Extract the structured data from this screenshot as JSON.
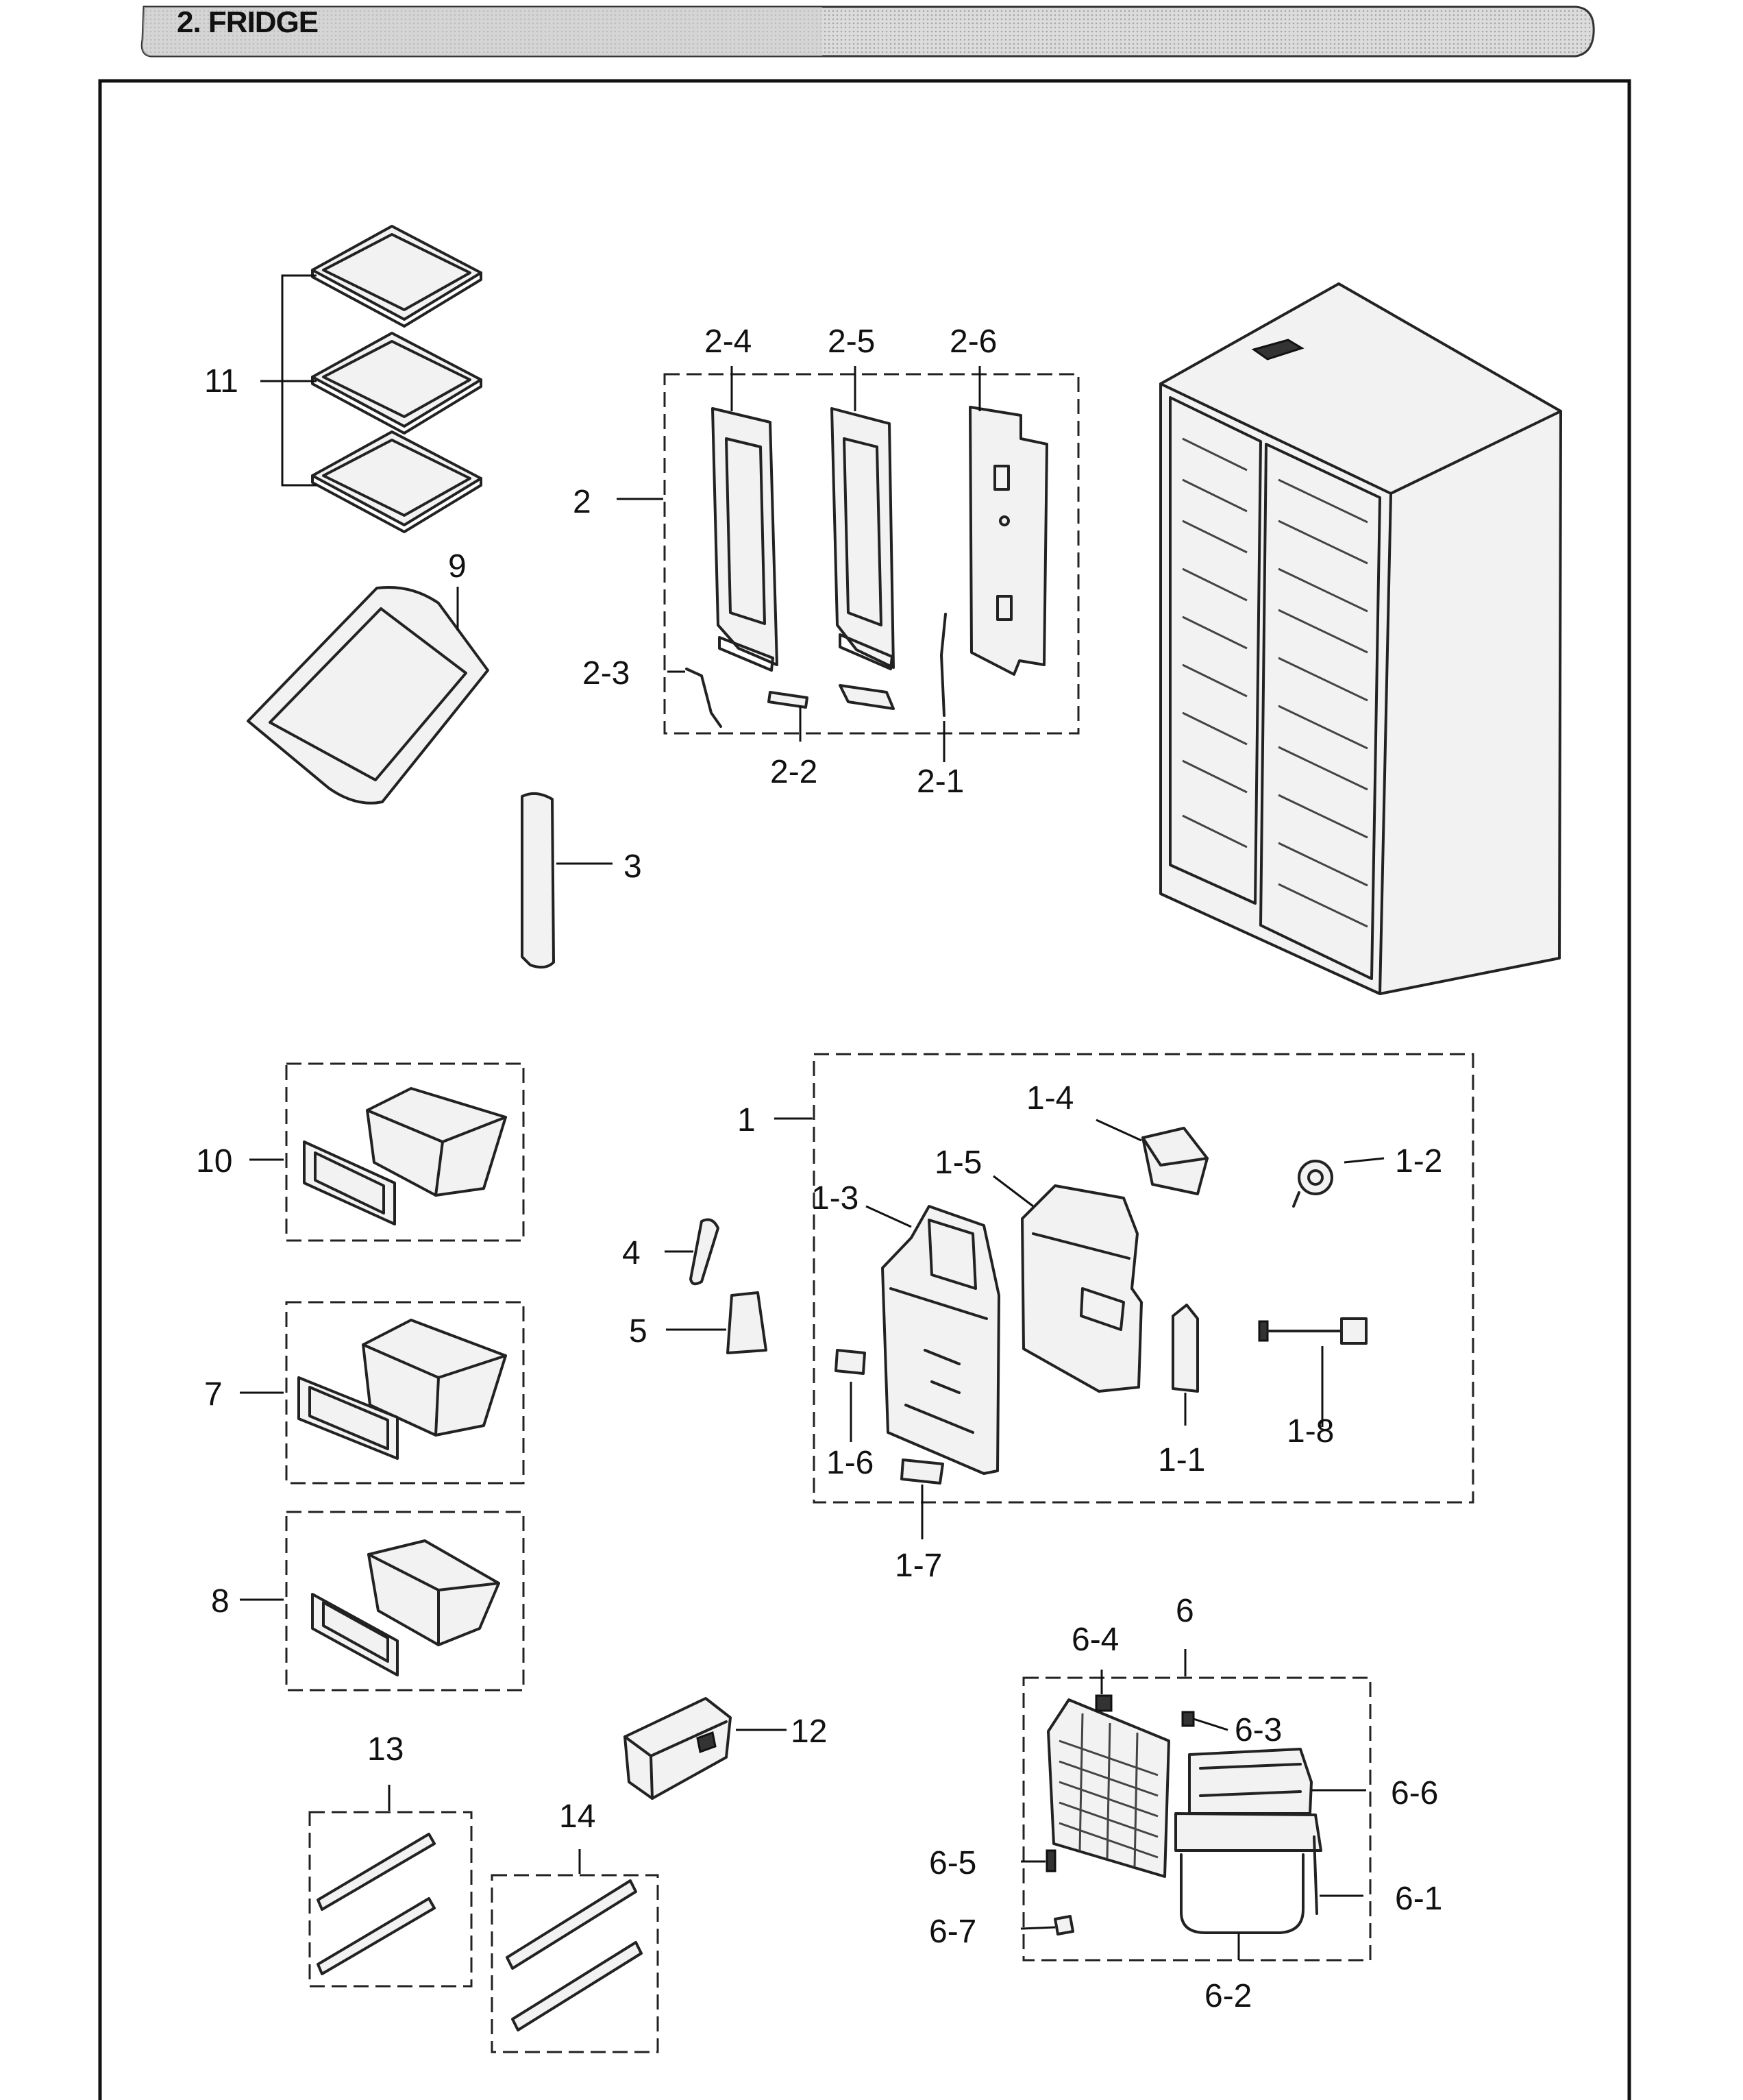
{
  "header": {
    "title": "2. FRIDGE"
  },
  "labels": {
    "p11": "11",
    "p9": "9",
    "p2": "2",
    "p2_1": "2-1",
    "p2_2": "2-2",
    "p2_3": "2-3",
    "p2_4": "2-4",
    "p2_5": "2-5",
    "p2_6": "2-6",
    "p3": "3",
    "p10": "10",
    "p7": "7",
    "p8": "8",
    "p4": "4",
    "p5": "5",
    "p1": "1",
    "p1_1": "1-1",
    "p1_2": "1-2",
    "p1_3": "1-3",
    "p1_4": "1-4",
    "p1_5": "1-5",
    "p1_6": "1-6",
    "p1_7": "1-7",
    "p1_8": "1-8",
    "p12": "12",
    "p13": "13",
    "p14": "14",
    "p6": "6",
    "p6_1": "6-1",
    "p6_2": "6-2",
    "p6_3": "6-3",
    "p6_4": "6-4",
    "p6_5": "6-5",
    "p6_6": "6-6",
    "p6_7": "6-7"
  }
}
